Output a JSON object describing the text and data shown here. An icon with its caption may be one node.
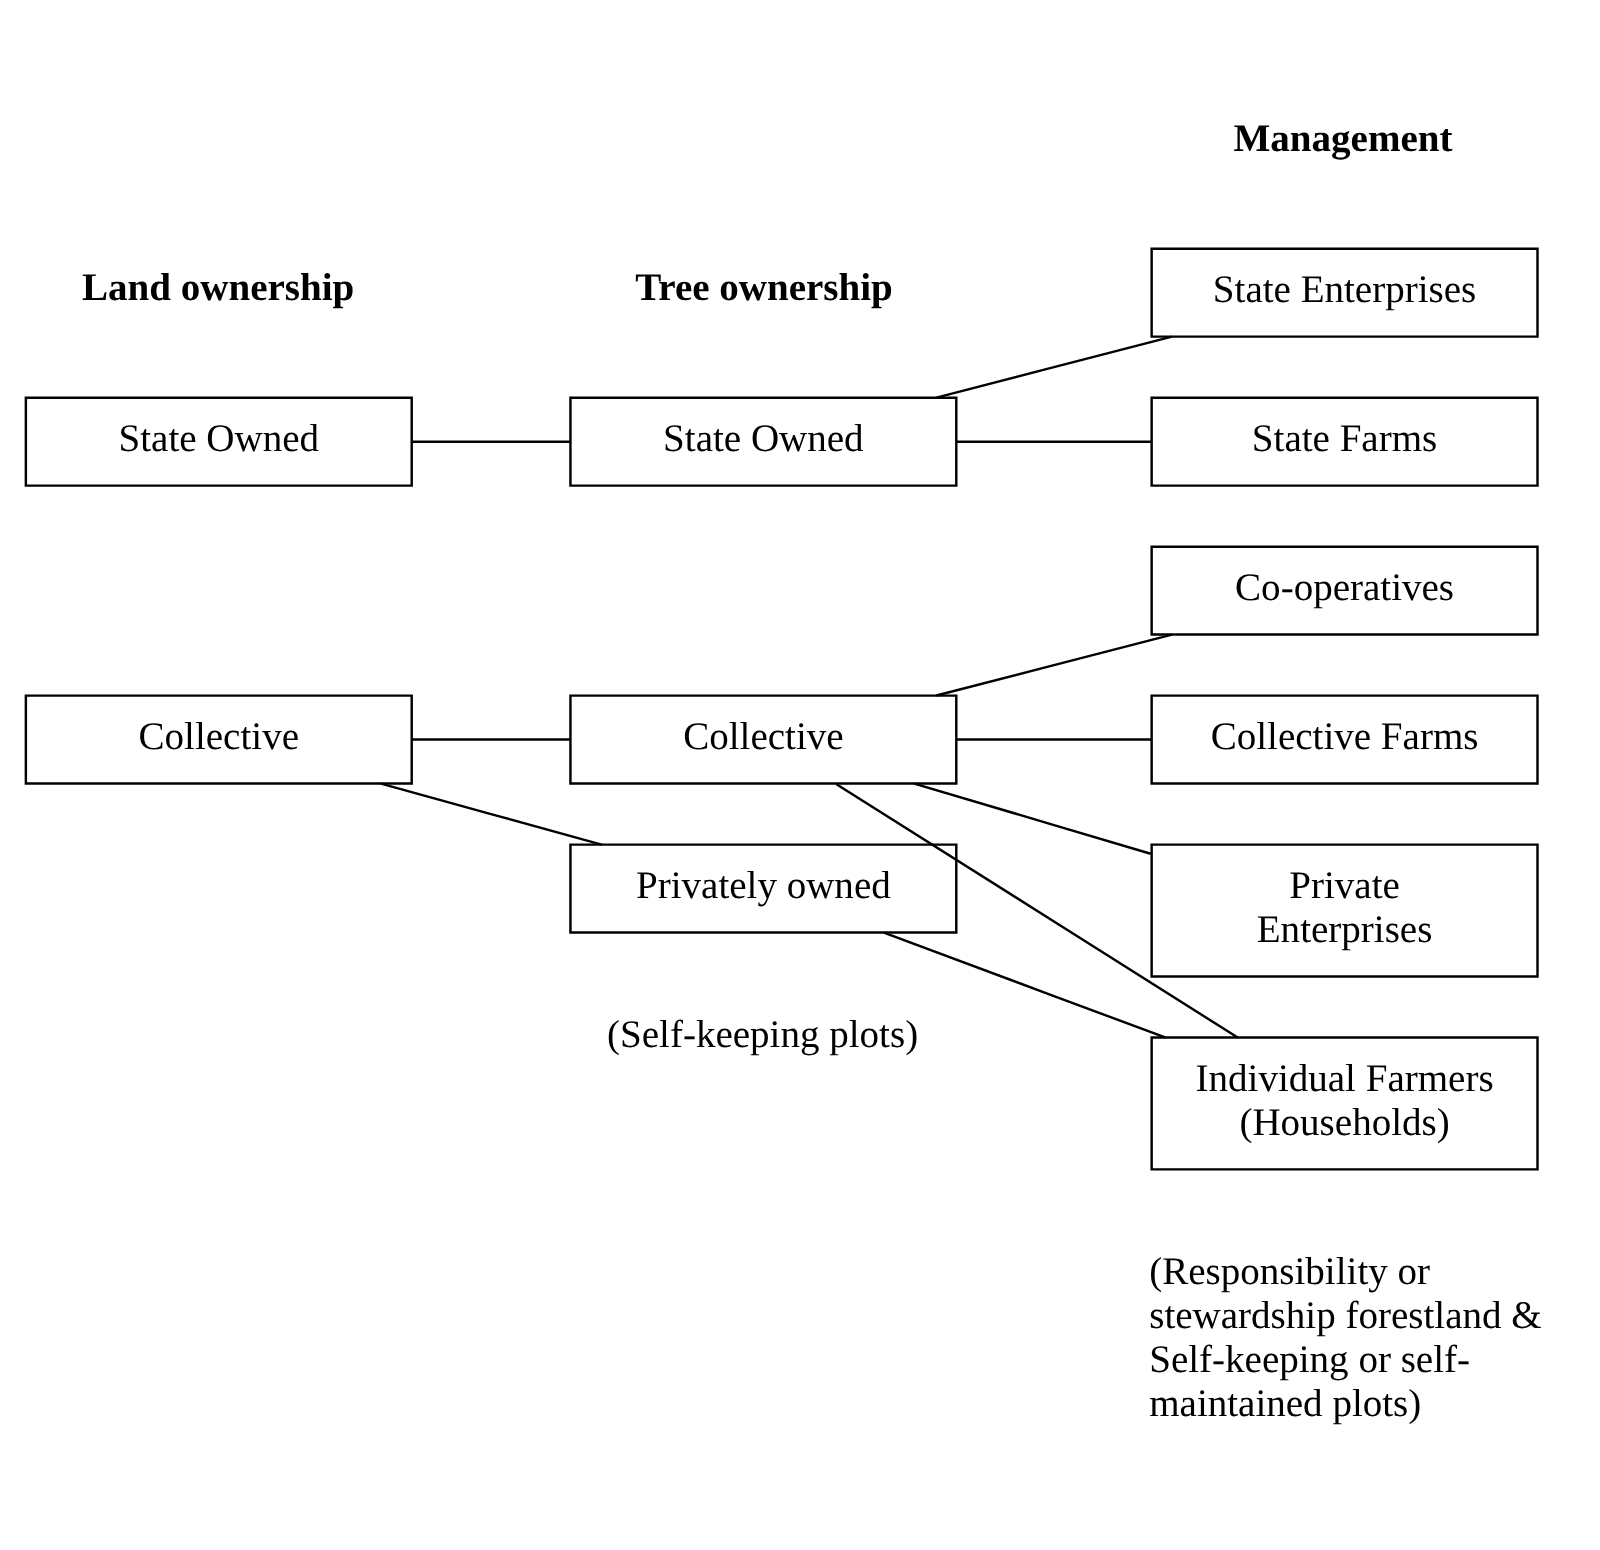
{
  "diagram": {
    "nodes": [
      {
        "text": [
          "State Owned"
        ]
      },
      {
        "text": [
          "State Owned"
        ]
      },
      {
        "text": [
          "State Enterprises"
        ]
      },
      {
        "text": [
          "State Farms"
        ]
      },
      {
        "text": [
          "Collective"
        ]
      },
      {
        "text": [
          "Collective"
        ]
      },
      {
        "text": [
          "Co-operatives"
        ]
      },
      {
        "text": [
          "Collective Farms"
        ]
      },
      {
        "text": [
          "Private Enterprises"
        ]
      },
      {
        "text": [
          "Privately owned"
        ]
      },
      {
        "text": [
          "Individual Farmers (Households)"
        ]
      }
    ],
    "edges": [
      {
        "from": 0,
        "to": 1,
        "arrow": "none"
      },
      {
        "from": 1,
        "to": 2,
        "arrow": "none"
      },
      {
        "from": 1,
        "to": 3,
        "arrow": "none"
      },
      {
        "from": 4,
        "to": 5,
        "arrow": "none"
      },
      {
        "from": 4,
        "to": 9,
        "arrow": "none"
      },
      {
        "from": 5,
        "to": 6,
        "arrow": "none"
      },
      {
        "from": 5,
        "to": 7,
        "arrow": "none"
      },
      {
        "from": 5,
        "to": 8,
        "arrow": "none"
      },
      {
        "from": 5,
        "to": 10,
        "arrow": "none"
      },
      {
        "from": 9,
        "to": 10,
        "arrow": "none"
      }
    ],
    "labels": [
      "Land ownership",
      "Tree ownership",
      "Management",
      "(Self-keeping plots)",
      "(Responsibility or stewardship forestland & Self-keeping or self-maintained plots)"
    ]
  }
}
